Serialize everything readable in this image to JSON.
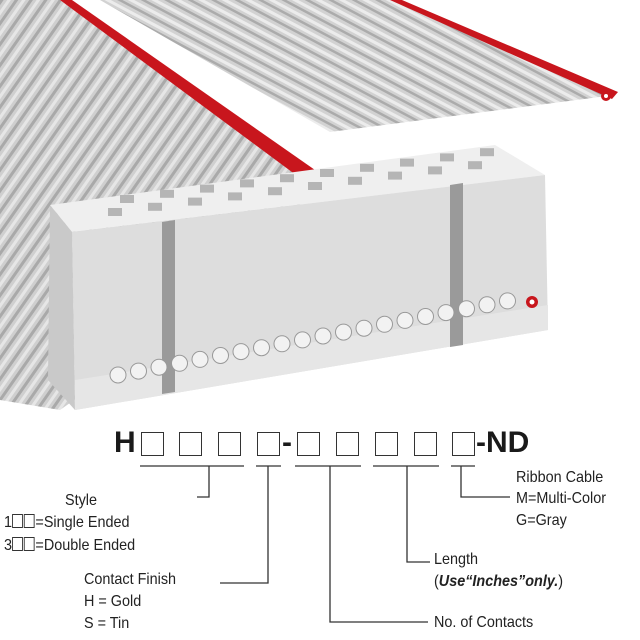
{
  "part_number": {
    "prefix": "H",
    "dash": "-",
    "suffix": "-ND"
  },
  "legend": {
    "style": {
      "title": "Style",
      "option_1": "=Single Ended",
      "option_1_prefix": "1",
      "option_3": "=Double Ended",
      "option_3_prefix": "3"
    },
    "contact_finish": {
      "title": "Contact Finish",
      "gold": "H = Gold",
      "tin": "S = Tin"
    },
    "contacts": {
      "title": "No. of Contacts"
    },
    "length": {
      "title": "Length",
      "note_open": "(",
      "note": "Use“Inches”only.",
      "note_close": ")"
    },
    "ribbon": {
      "title": "Ribbon Cable",
      "multi": "M=Multi-Color",
      "gray": "G=Gray"
    }
  },
  "colors": {
    "cable": "#c8c8c8",
    "stripe": "#c8161d",
    "connector": "#dcdcdc"
  }
}
